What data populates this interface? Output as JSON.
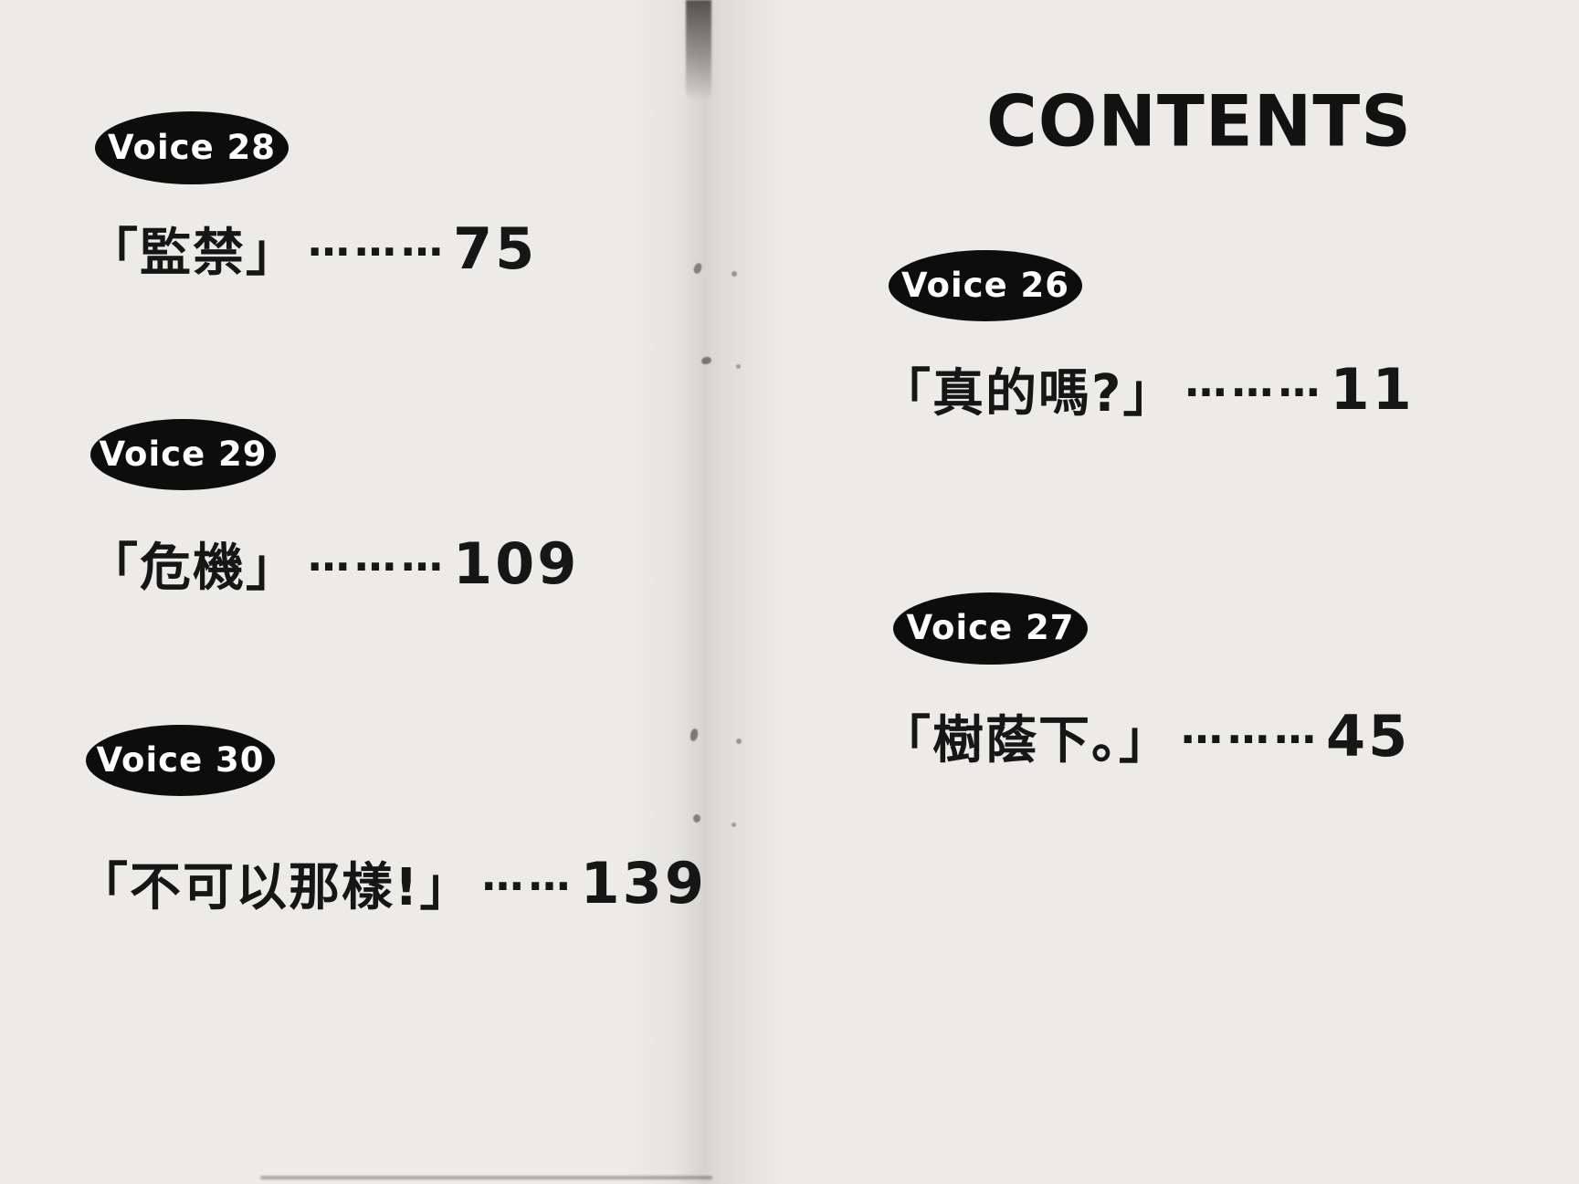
{
  "title": "CONTENTS",
  "entries": {
    "left": [
      {
        "badge": "Voice 28",
        "title": "「監禁」",
        "leader": "………",
        "page": "75"
      },
      {
        "badge": "Voice 29",
        "title": "「危機」",
        "leader": "………",
        "page": "109"
      },
      {
        "badge": "Voice 30",
        "title": "「不可以那樣!」",
        "leader": "……",
        "page": "139"
      }
    ],
    "right": [
      {
        "badge": "Voice 26",
        "title": "「真的嗎?」",
        "leader": "………",
        "page": "11"
      },
      {
        "badge": "Voice 27",
        "title": "「樹蔭下。」",
        "leader": "………",
        "page": "45"
      }
    ]
  }
}
